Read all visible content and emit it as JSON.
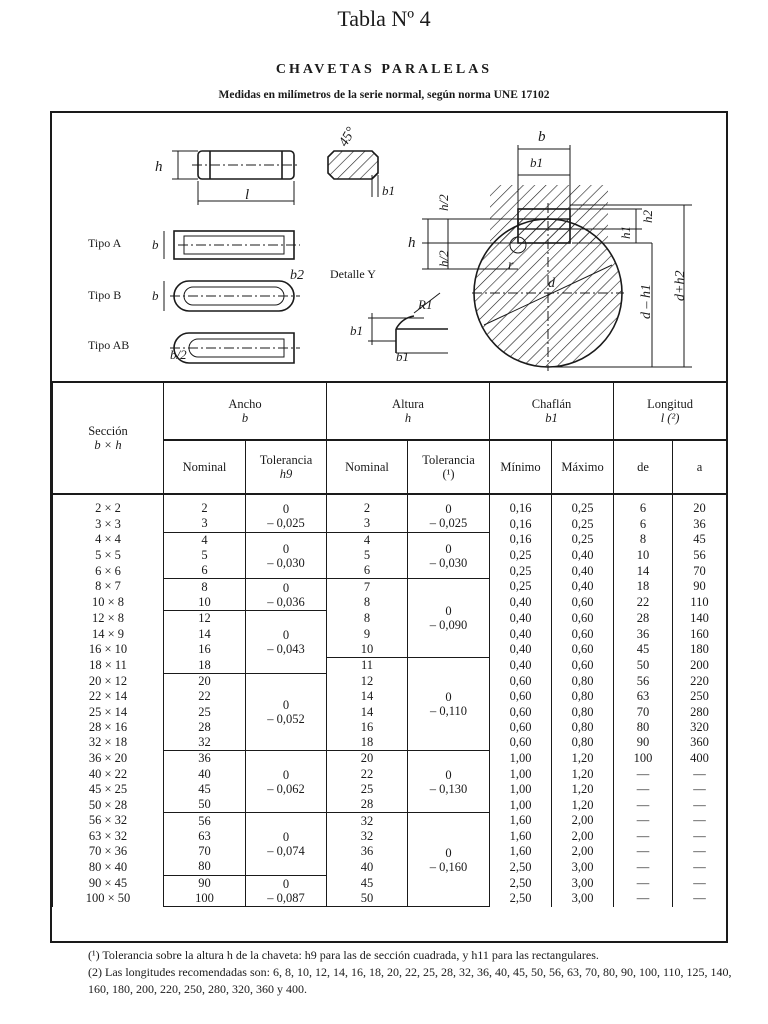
{
  "page": {
    "title": "Tabla Nº 4",
    "subtitle": "CHAVETAS PARALELAS",
    "caption": "Medidas en milímetros de la serie normal, según norma UNE 17102"
  },
  "drawing": {
    "labels": {
      "h": "h",
      "l": "l",
      "angle": "45°",
      "b1": "b1",
      "b": "b",
      "tipo_a": "Tipo A",
      "tipo_b": "Tipo B",
      "tipo_ab": "Tipo AB",
      "b2": "b2",
      "b_half": "b/2",
      "detalle": "Detalle Y",
      "r1": "R1",
      "h_half": "h/2",
      "h1": "h1",
      "h2": "h2",
      "r": "r",
      "d": "d",
      "d_minus_h1": "d – h1",
      "d_plus_h2": "d+h2"
    }
  },
  "table": {
    "headers": {
      "seccion": "Sección",
      "seccion_sym": "b × h",
      "ancho": "Ancho",
      "ancho_sym": "b",
      "altura": "Altura",
      "altura_sym": "h",
      "chaflan": "Chaflán",
      "chaflan_sym": "b1",
      "longitud": "Longitud",
      "longitud_sym": "l  (²)",
      "nominal_b": "Nominal",
      "tol_b": "Tolerancia",
      "tol_b_sym": "h9",
      "nominal_h": "Nominal",
      "tol_h": "Tolerancia",
      "tol_h_sym": "(¹)",
      "minimo": "Mínimo",
      "maximo": "Máximo",
      "de": "de",
      "a": "a"
    },
    "rows": [
      {
        "s": "2 × 2",
        "b": "2",
        "h": "2",
        "min": "0,16",
        "max": "0,25",
        "de": "6",
        "a": "20"
      },
      {
        "s": "3 × 3",
        "b": "3",
        "h": "3",
        "min": "0,16",
        "max": "0,25",
        "de": "6",
        "a": "36"
      },
      {
        "s": "4 × 4",
        "b": "4",
        "h": "4",
        "min": "0,16",
        "max": "0,25",
        "de": "8",
        "a": "45"
      },
      {
        "s": "5 × 5",
        "b": "5",
        "h": "5",
        "min": "0,25",
        "max": "0,40",
        "de": "10",
        "a": "56"
      },
      {
        "s": "6 × 6",
        "b": "6",
        "h": "6",
        "min": "0,25",
        "max": "0,40",
        "de": "14",
        "a": "70"
      },
      {
        "s": "8 × 7",
        "b": "8",
        "h": "7",
        "min": "0,25",
        "max": "0,40",
        "de": "18",
        "a": "90"
      },
      {
        "s": "10 × 8",
        "b": "10",
        "h": "8",
        "min": "0,40",
        "max": "0,60",
        "de": "22",
        "a": "110"
      },
      {
        "s": "12 × 8",
        "b": "12",
        "h": "8",
        "min": "0,40",
        "max": "0,60",
        "de": "28",
        "a": "140"
      },
      {
        "s": "14 × 9",
        "b": "14",
        "h": "9",
        "min": "0,40",
        "max": "0,60",
        "de": "36",
        "a": "160"
      },
      {
        "s": "16 × 10",
        "b": "16",
        "h": "10",
        "min": "0,40",
        "max": "0,60",
        "de": "45",
        "a": "180"
      },
      {
        "s": "18 × 11",
        "b": "18",
        "h": "11",
        "min": "0,40",
        "max": "0,60",
        "de": "50",
        "a": "200"
      },
      {
        "s": "20 × 12",
        "b": "20",
        "h": "12",
        "min": "0,60",
        "max": "0,80",
        "de": "56",
        "a": "220"
      },
      {
        "s": "22 × 14",
        "b": "22",
        "h": "14",
        "min": "0,60",
        "max": "0,80",
        "de": "63",
        "a": "250"
      },
      {
        "s": "25 × 14",
        "b": "25",
        "h": "14",
        "min": "0,60",
        "max": "0,80",
        "de": "70",
        "a": "280"
      },
      {
        "s": "28 × 16",
        "b": "28",
        "h": "16",
        "min": "0,60",
        "max": "0,80",
        "de": "80",
        "a": "320"
      },
      {
        "s": "32 × 18",
        "b": "32",
        "h": "18",
        "min": "0,60",
        "max": "0,80",
        "de": "90",
        "a": "360"
      },
      {
        "s": "36 × 20",
        "b": "36",
        "h": "20",
        "min": "1,00",
        "max": "1,20",
        "de": "100",
        "a": "400"
      },
      {
        "s": "40 × 22",
        "b": "40",
        "h": "22",
        "min": "1,00",
        "max": "1,20",
        "de": "—",
        "a": "—"
      },
      {
        "s": "45 × 25",
        "b": "45",
        "h": "25",
        "min": "1,00",
        "max": "1,20",
        "de": "—",
        "a": "—"
      },
      {
        "s": "50 × 28",
        "b": "50",
        "h": "28",
        "min": "1,00",
        "max": "1,20",
        "de": "—",
        "a": "—"
      },
      {
        "s": "56 × 32",
        "b": "56",
        "h": "32",
        "min": "1,60",
        "max": "2,00",
        "de": "—",
        "a": "—"
      },
      {
        "s": "63 × 32",
        "b": "63",
        "h": "32",
        "min": "1,60",
        "max": "2,00",
        "de": "—",
        "a": "—"
      },
      {
        "s": "70 × 36",
        "b": "70",
        "h": "36",
        "min": "1,60",
        "max": "2,00",
        "de": "—",
        "a": "—"
      },
      {
        "s": "80 × 40",
        "b": "80",
        "h": "40",
        "min": "2,50",
        "max": "3,00",
        "de": "—",
        "a": "—"
      },
      {
        "s": "90 × 45",
        "b": "90",
        "h": "45",
        "min": "2,50",
        "max": "3,00",
        "de": "—",
        "a": "—"
      },
      {
        "s": "100 × 50",
        "b": "100",
        "h": "50",
        "min": "2,50",
        "max": "3,00",
        "de": "—",
        "a": "—"
      }
    ],
    "tol_b": [
      {
        "zero": "0",
        "val": "– 0,025"
      },
      {
        "zero": "0",
        "val": "– 0,030"
      },
      {
        "zero": "0",
        "val": "– 0,036"
      },
      {
        "zero": "0",
        "val": "– 0,043"
      },
      {
        "zero": "0",
        "val": "– 0,052"
      },
      {
        "zero": "0",
        "val": "– 0,062"
      },
      {
        "zero": "0",
        "val": "– 0,074"
      },
      {
        "zero": "0",
        "val": "– 0,087"
      }
    ],
    "tol_h": [
      {
        "zero": "0",
        "val": "– 0,025"
      },
      {
        "zero": "0",
        "val": "– 0,030"
      },
      {
        "zero": "0",
        "val": "– 0,090"
      },
      {
        "zero": "0",
        "val": "– 0,110"
      },
      {
        "zero": "0",
        "val": "– 0,130"
      },
      {
        "zero": "0",
        "val": "– 0,160"
      }
    ]
  },
  "notes": {
    "n1_mark": "(¹)",
    "n1_text": "Tolerancia sobre la altura h de la chaveta: h9 para las de sección cuadrada, y h11 para las rectangulares.",
    "n2_mark": "(2)",
    "n2_text": "Las longitudes recomendadas son: 6, 8, 10, 12, 14, 16, 18, 20, 22, 25, 28, 32, 36, 40, 45, 50, 56, 63, 70, 80, 90, 100, 110, 125, 140, 160, 180, 200, 220, 250, 280, 320, 360 y 400."
  }
}
